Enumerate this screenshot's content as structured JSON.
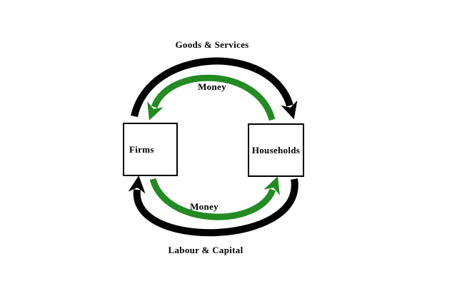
{
  "diagram_type": "circular-flow-of-income",
  "nodes": {
    "firms": {
      "label": "Firms"
    },
    "households": {
      "label": "Households"
    }
  },
  "flows": {
    "goods_services": {
      "label": "Goods & Services",
      "from": "Firms",
      "to": "Households",
      "color": "#000000",
      "position": "top-outer"
    },
    "money_top": {
      "label": "Money",
      "from": "Households",
      "to": "Firms",
      "color": "#228B22",
      "position": "top-inner"
    },
    "money_bottom": {
      "label": "Money",
      "from": "Firms",
      "to": "Households",
      "color": "#228B22",
      "position": "bottom-inner"
    },
    "labour_capital": {
      "label": "Labour & Capital",
      "from": "Households",
      "to": "Firms",
      "color": "#000000",
      "position": "bottom-outer"
    }
  },
  "colors": {
    "background": "#ffffff",
    "box_border": "#000000",
    "text": "#000000",
    "goods_flow": "#000000",
    "money_flow": "#228B22"
  }
}
